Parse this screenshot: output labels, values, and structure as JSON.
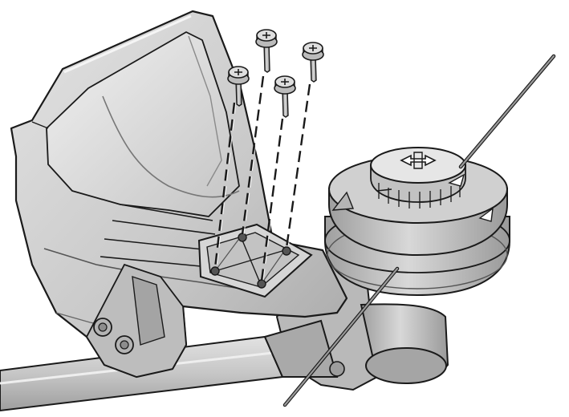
{
  "figure": {
    "kind": "technical-assembly-illustration",
    "parts": [
      "trimmer-guard",
      "guard-mounting-bracket",
      "screw",
      "trimmer-head",
      "trimmer-line",
      "shaft"
    ],
    "screw_count": 4,
    "trimmer_head_icon": "bump-feed-arrows-icon",
    "colors": {
      "background": "#ffffff",
      "outline": "#1a1a1a",
      "guard_fill": "#cfcfcf",
      "guard_shadow": "#a9a9a9",
      "guard_light": "#e6e6e6",
      "head_fill": "#bdbdbd",
      "shaft_fill": "#c8c8c8"
    }
  }
}
